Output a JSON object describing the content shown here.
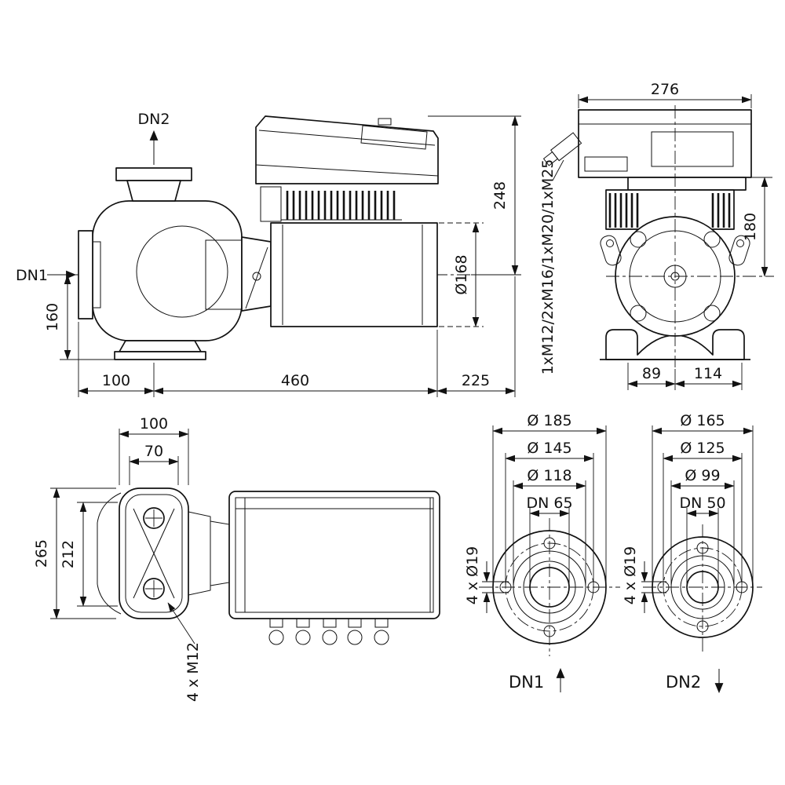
{
  "colors": {
    "line": "#121212",
    "background": "#ffffff"
  },
  "drawing": {
    "side": {
      "dn2": "DN2",
      "dn1": "DN1",
      "dim_160": "160",
      "dim_100": "100",
      "dim_460": "460",
      "dim_225": "225",
      "dim_248": "248",
      "dim_d168": "Ø168"
    },
    "front": {
      "dim_276": "276",
      "dim_180": "180",
      "glands": "1xM12/2xM16/1xM20/1xM25",
      "dim_89": "89",
      "dim_114": "114"
    },
    "top": {
      "dim_100": "100",
      "dim_70": "70",
      "dim_265": "265",
      "dim_212": "212",
      "bolts": "4 x M12"
    },
    "flange1": {
      "outer": "Ø 185",
      "bolt_circle": "Ø 145",
      "face": "Ø 118",
      "nominal": "DN 65",
      "holes": "4 x Ø19",
      "port": "DN1"
    },
    "flange2": {
      "outer": "Ø 165",
      "bolt_circle": "Ø 125",
      "face": "Ø 99",
      "nominal": "DN 50",
      "holes": "4 x Ø19",
      "port": "DN2"
    }
  }
}
